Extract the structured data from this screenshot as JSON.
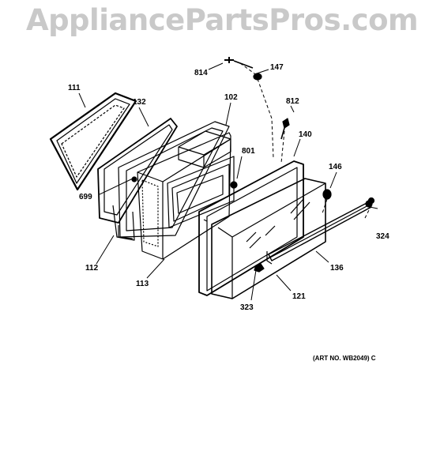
{
  "watermark": "AppliancePartsPros.com",
  "art_number": "(ART NO. WB2049) C",
  "labels": {
    "p111": "111",
    "p132": "132",
    "p102": "102",
    "p814": "814",
    "p147": "147",
    "p812": "812",
    "p140": "140",
    "p801": "801",
    "p146": "146",
    "p699": "699",
    "p324": "324",
    "p112": "112",
    "p113": "113",
    "p136": "136",
    "p121": "121",
    "p323": "323"
  }
}
